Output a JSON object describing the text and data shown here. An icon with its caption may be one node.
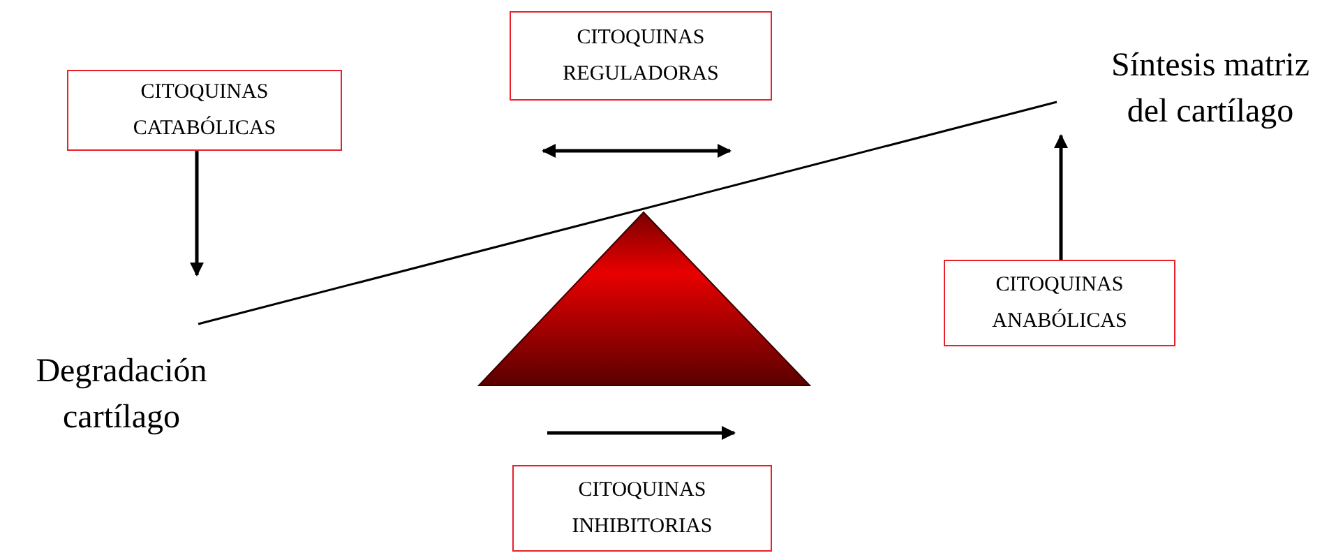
{
  "diagram": {
    "nodes": [
      {
        "text": [
          "CITOQUINAS REGULADORAS"
        ]
      },
      {
        "text": [
          "Síntesis matriz del cartílago"
        ]
      },
      {
        "text": [
          "CITOQUINAS CATABÓLICAS"
        ]
      },
      {
        "text": [
          "CITOQUINAS ANABÓLICAS"
        ]
      },
      {
        "text": [
          "Degradación cartílago"
        ]
      },
      {
        "text": [
          "CITOQUINAS INHIBITORIAS"
        ]
      }
    ],
    "edges": [
      {
        "from": 2,
        "to": null,
        "arrow": "to"
      },
      {
        "from": 3,
        "to": 1,
        "arrow": "to"
      }
    ]
  }
}
